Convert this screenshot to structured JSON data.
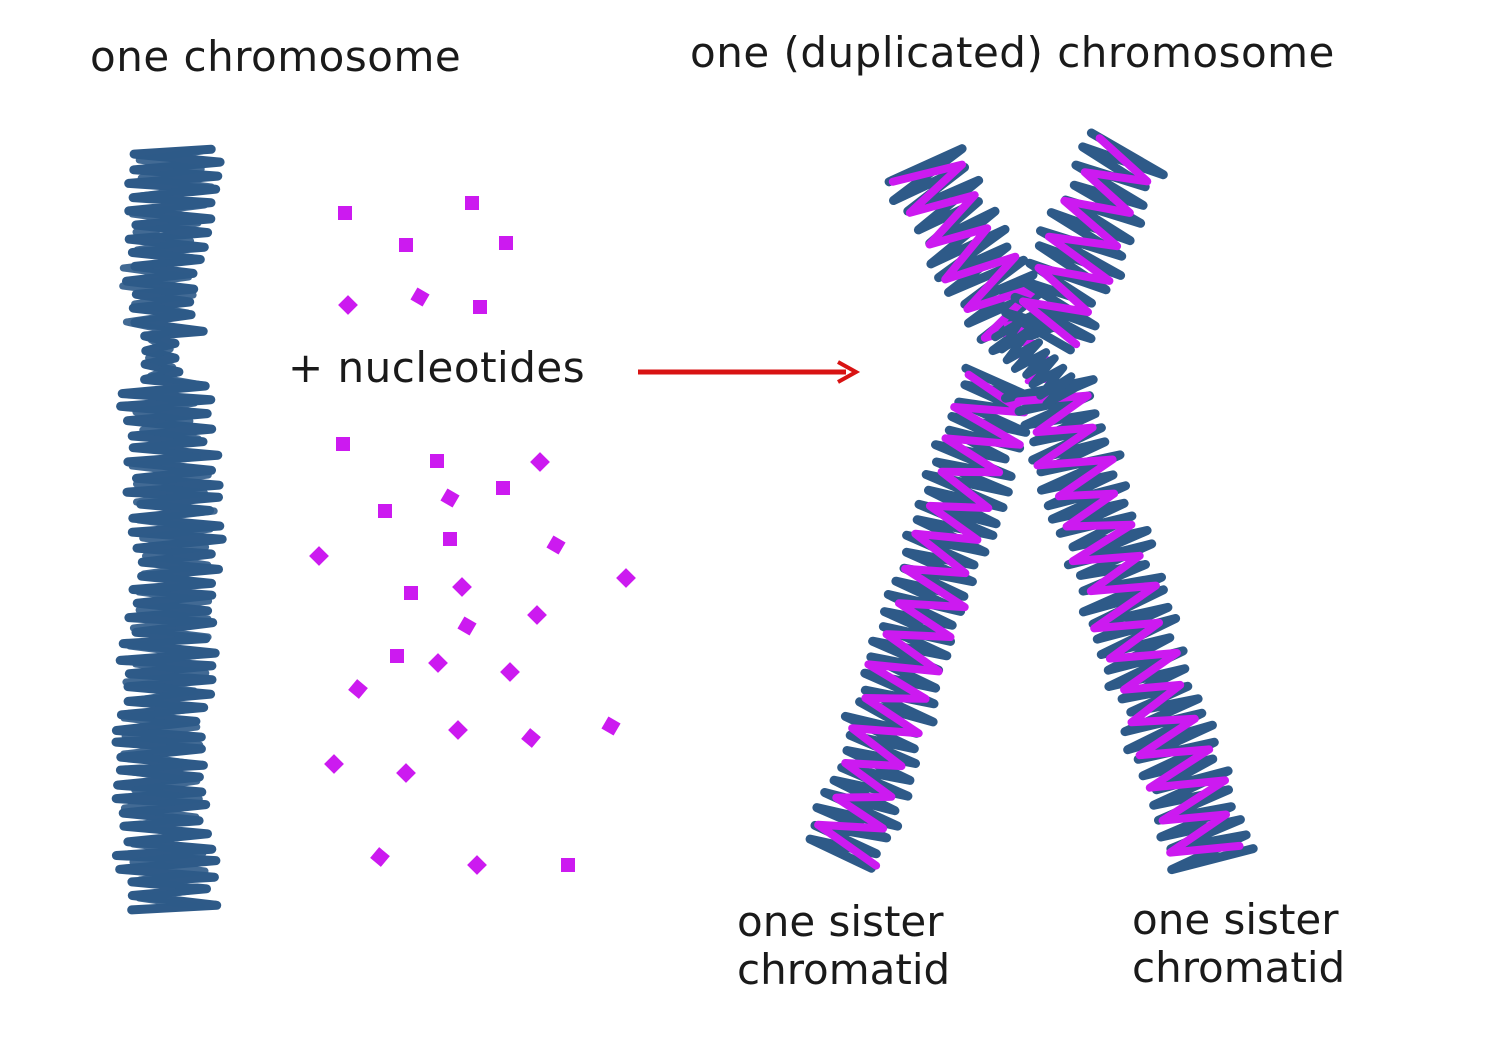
{
  "labels": {
    "left_title": "one chromosome",
    "right_title": "one (duplicated) chromosome",
    "nucleotides": "+ nucleotides",
    "sister_left_line1": "one sister",
    "sister_left_line2": "chromatid",
    "sister_right_line1": "one sister",
    "sister_right_line2": "chromatid"
  },
  "colors": {
    "chromosome": "#2e5a88",
    "nucleotide": "#cc1af0",
    "arrow": "#d81313",
    "text": "#1a1a1a"
  },
  "icons": {
    "nucleotide": "magenta-square-icon",
    "arrow": "right-arrow-icon"
  }
}
